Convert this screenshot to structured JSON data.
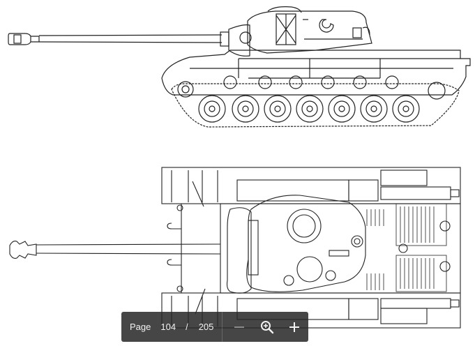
{
  "document": {
    "figures": [
      {
        "name": "tank-side-elevation",
        "view": "side"
      },
      {
        "name": "tank-top-plan",
        "view": "top"
      }
    ]
  },
  "toolbar": {
    "page_label": "Page",
    "current_page": "104",
    "separator": "/",
    "total_pages": "205",
    "icons": {
      "zoom_out": "minus-icon",
      "zoom_fit": "magnifier-icon",
      "zoom_in": "plus-icon"
    },
    "colors": {
      "background": "#282828",
      "text": "#f2f2f2"
    }
  }
}
